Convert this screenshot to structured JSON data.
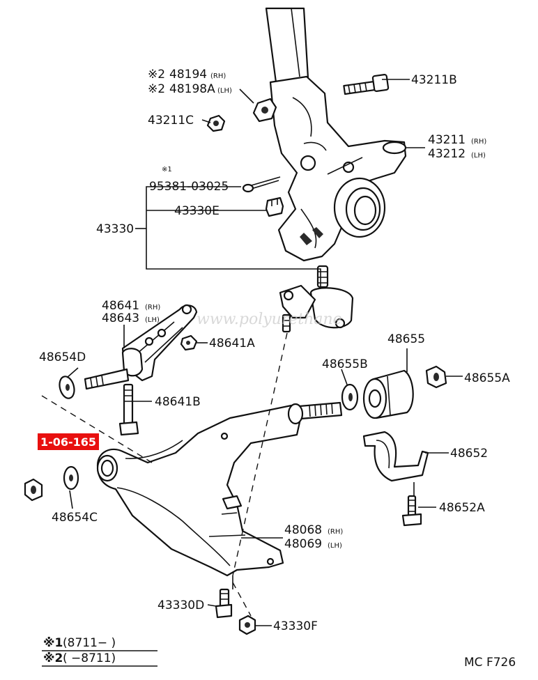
{
  "labels": {
    "p48194": "48194",
    "p48194_rh": "(RH)",
    "p48198a": "48198A",
    "p48198a_lh": "(LH)",
    "mark2": "※2",
    "p43211b": "43211B",
    "p43211c": "43211C",
    "p43211": "43211",
    "p43212": "43212",
    "rh": "(RH)",
    "lh": "(LH)",
    "mark1": "※1",
    "p95381": "95381-03025",
    "p43330e": "43330E",
    "p43330": "43330",
    "p48641": "48641",
    "p48643": "48643",
    "p48641a": "48641A",
    "p48654d": "48654D",
    "p48641b": "48641B",
    "p48655": "48655",
    "p48655b": "48655B",
    "p48655a": "48655A",
    "ref_tag": "1-06-165",
    "p48652": "48652",
    "p48654c": "48654C",
    "p48652a": "48652A",
    "p48068": "48068",
    "p48069": "48069",
    "p43330d": "43330D",
    "p43330f": "43330F"
  },
  "footnotes": {
    "note1_mark": "※1",
    "note1_text": "(8711−      )",
    "note2_mark": "※2",
    "note2_text": "(      −8711)"
  },
  "diagram_code": "MC F726",
  "watermark": "www.polyurethane",
  "colors": {
    "ref_tag_bg": "#e8100f",
    "ref_tag_text": "#ffffff"
  }
}
